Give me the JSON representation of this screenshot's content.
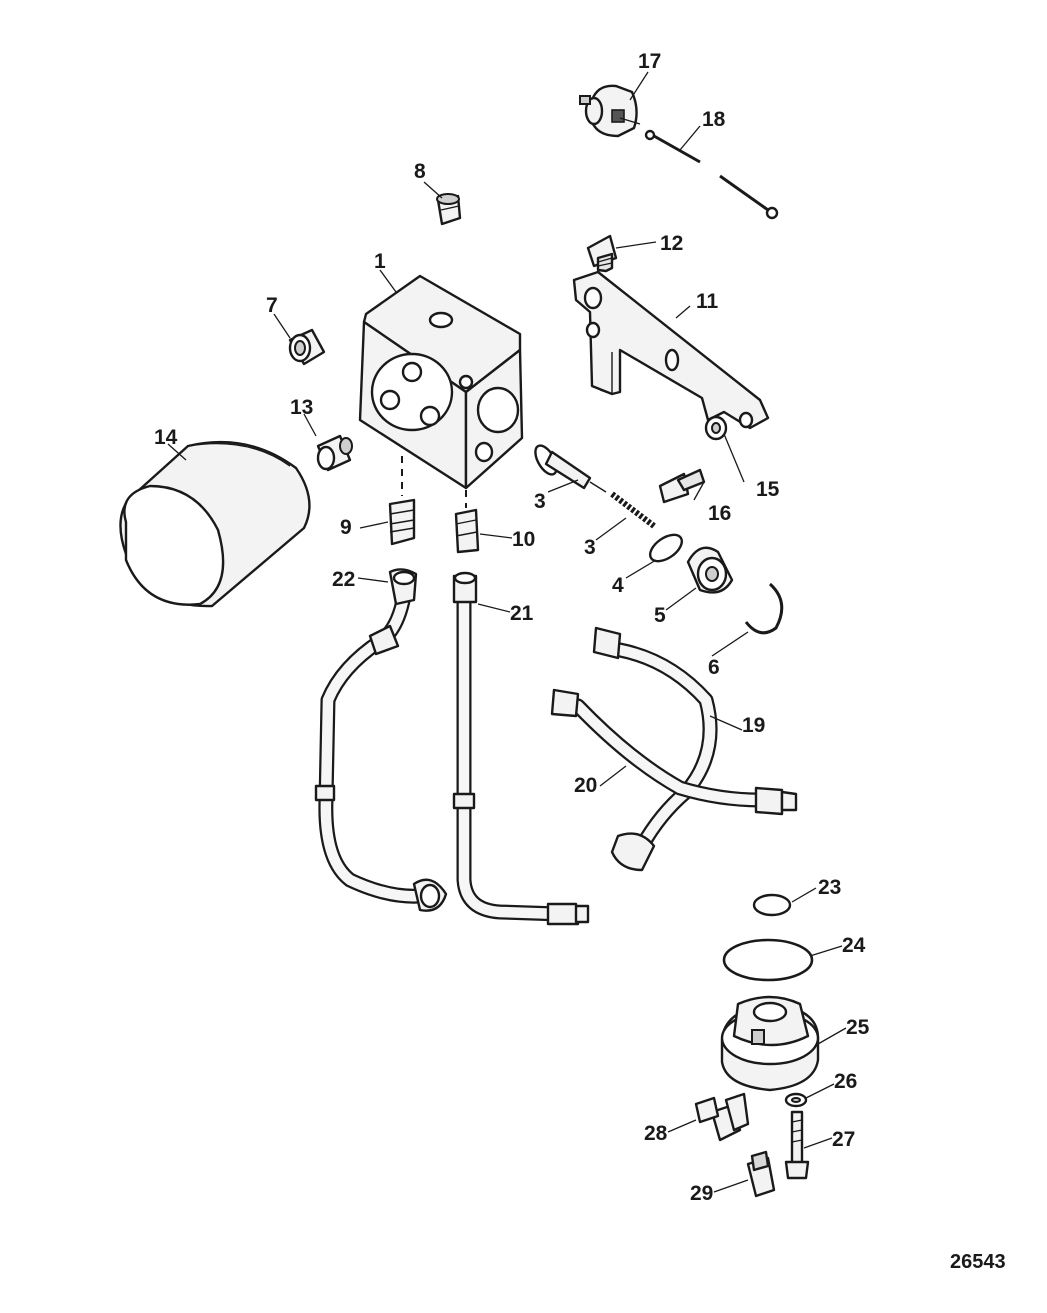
{
  "callouts": {
    "c1": "1",
    "c3a": "3",
    "c3b": "3",
    "c4": "4",
    "c5": "5",
    "c6": "6",
    "c7": "7",
    "c8": "8",
    "c9": "9",
    "c10": "10",
    "c11": "11",
    "c12": "12",
    "c13": "13",
    "c14": "14",
    "c15": "15",
    "c16": "16",
    "c17": "17",
    "c18": "18",
    "c19": "19",
    "c20": "20",
    "c21": "21",
    "c22": "22",
    "c23": "23",
    "c24": "24",
    "c25": "25",
    "c26": "26",
    "c27": "27",
    "c28": "28",
    "c29": "29"
  },
  "diagram_number": "26543"
}
